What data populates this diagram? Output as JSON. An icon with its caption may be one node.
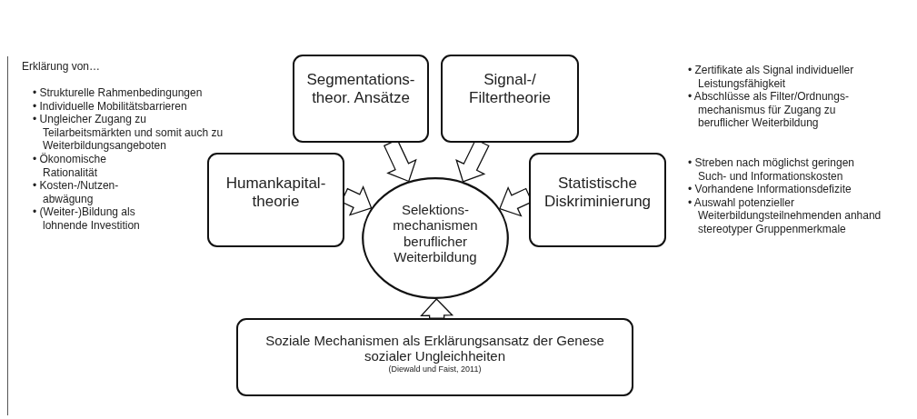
{
  "diagram": {
    "nodes": [
      {
        "text": [
          "Segmentations- theor. Ansätze"
        ]
      },
      {
        "text": [
          "Signal-/ Filtertheorie"
        ]
      },
      {
        "text": [
          "Humankapital- theorie"
        ]
      },
      {
        "text": [
          "Statistische Diskriminierung"
        ]
      },
      {
        "text": [
          "Selektions- mechanismen beruflicher Weiterbildung"
        ]
      },
      {
        "text": [
          "Soziale Mechanismen als Erklärungsansatz der Genese sozialer Ungleichheiten",
          "(Diewald und Faist, 2011)"
        ]
      }
    ],
    "edges": [
      {
        "from": 0,
        "to": 4,
        "arrow": "to"
      },
      {
        "from": 1,
        "to": 4,
        "arrow": "to"
      },
      {
        "from": 2,
        "to": 4,
        "arrow": "to"
      },
      {
        "from": 3,
        "to": 4,
        "arrow": "to"
      },
      {
        "from": 5,
        "to": 4,
        "arrow": "to"
      }
    ],
    "labels": [
      "Erklärung von…",
      "• Strukturelle Rahmenbedingungen",
      "• Individuelle Mobilitätsbarrieren",
      "• Ungleicher Zugang zu Teilarbeitsmärkten und somit auch zu Weiterbildungsangeboten",
      "• Zertifikate als Signal individueller Leistungsfähigkeit",
      "• Abschlüsse als Filter/Ordnungs- mechanismus für Zugang zu beruflicher Weiterbildung",
      "• Ökonomische Rationalität",
      "• Kosten-/Nutzen- abwägung",
      "• (Weiter-)Bildung als lohnende Investition",
      "• Streben nach möglichst geringen Such- und Informationskosten",
      "• Vorhandene Informationsdefizite",
      "• Auswahl potenzieller Weiterbildungsteilnehmenden anhand stereotyper Gruppenmerkmale"
    ]
  }
}
